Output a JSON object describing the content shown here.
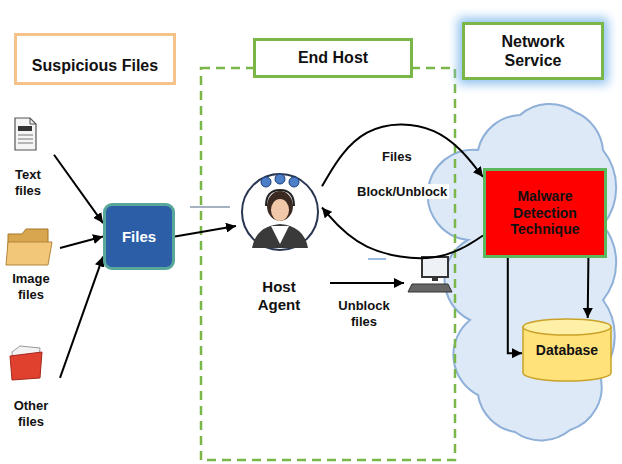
{
  "diagram": {
    "nodes": [
      {
        "text": [
          "Suspicious Files"
        ]
      },
      {
        "text": [
          "End Host"
        ]
      },
      {
        "text": [
          "Network Service"
        ]
      },
      {
        "text": [
          "Text files"
        ]
      },
      {
        "text": [
          "Image files"
        ]
      },
      {
        "text": [
          "Other files"
        ]
      },
      {
        "text": [
          "Files"
        ]
      },
      {
        "text": [
          "Host Agent"
        ]
      },
      {
        "text": [
          "Malware Detection Technique"
        ]
      },
      {
        "text": [
          "Database"
        ]
      }
    ],
    "edges": [
      {
        "from": 3,
        "to": 6,
        "arrow": "to"
      },
      {
        "from": 4,
        "to": 6,
        "arrow": "to"
      },
      {
        "from": 5,
        "to": 6,
        "arrow": "to"
      },
      {
        "from": 6,
        "to": 7,
        "arrow": "to"
      },
      {
        "from": 7,
        "to": 8,
        "label": "Files",
        "arrow": "to"
      },
      {
        "from": 8,
        "to": 7,
        "label": "Block/Unblock",
        "arrow": "to"
      },
      {
        "from": 8,
        "to": 9,
        "arrow": "to"
      },
      {
        "from": 8,
        "to": 9,
        "arrow": "to"
      }
    ],
    "labels": [
      "Unblock files"
    ]
  }
}
